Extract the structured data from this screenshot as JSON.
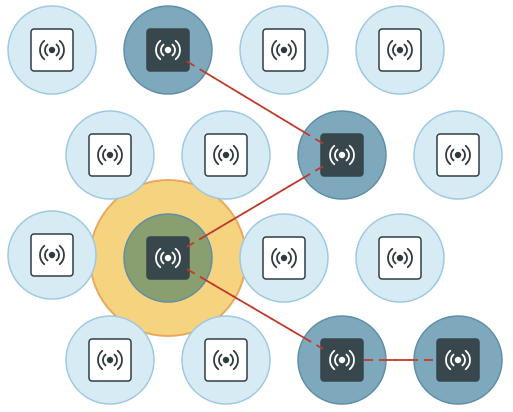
{
  "colors": {
    "background": "#ffffff",
    "inactive_cell_fill": "#d7ebf5",
    "inactive_cell_stroke": "#9ec9de",
    "active_cell_fill": "#7ea9bd",
    "active_cell_stroke": "#5f8fa6",
    "highlight_halo_fill": "#f6d37e",
    "highlight_halo_stroke": "#eaa85f",
    "highlight_cell_fill": "#8a9f6f",
    "icon_light_bg": "#ffffff",
    "icon_light_border": "#2f3a40",
    "icon_light_glyph": "#2f3a40",
    "icon_dark_bg": "#37474c",
    "icon_dark_glyph": "#ffffff",
    "link_color": "#c0392b"
  },
  "icon": "broadcast-signal-icon",
  "nodes": [
    {
      "id": "n1",
      "state": "inactive"
    },
    {
      "id": "n2",
      "state": "active"
    },
    {
      "id": "n3",
      "state": "inactive"
    },
    {
      "id": "n4",
      "state": "inactive"
    },
    {
      "id": "n5",
      "state": "inactive"
    },
    {
      "id": "n6",
      "state": "inactive"
    },
    {
      "id": "n7",
      "state": "active"
    },
    {
      "id": "n8",
      "state": "inactive"
    },
    {
      "id": "n9",
      "state": "inactive"
    },
    {
      "id": "n10",
      "state": "highlight"
    },
    {
      "id": "n11",
      "state": "inactive"
    },
    {
      "id": "n12",
      "state": "inactive"
    },
    {
      "id": "n13",
      "state": "inactive"
    },
    {
      "id": "n14",
      "state": "inactive"
    },
    {
      "id": "n15",
      "state": "active"
    },
    {
      "id": "n16",
      "state": "active"
    }
  ],
  "links": [
    {
      "from": "n2",
      "to": "n7",
      "style": "dashed"
    },
    {
      "from": "n7",
      "to": "n10",
      "style": "dashed"
    },
    {
      "from": "n10",
      "to": "n15",
      "style": "dashed"
    },
    {
      "from": "n15",
      "to": "n16",
      "style": "dashed"
    }
  ]
}
